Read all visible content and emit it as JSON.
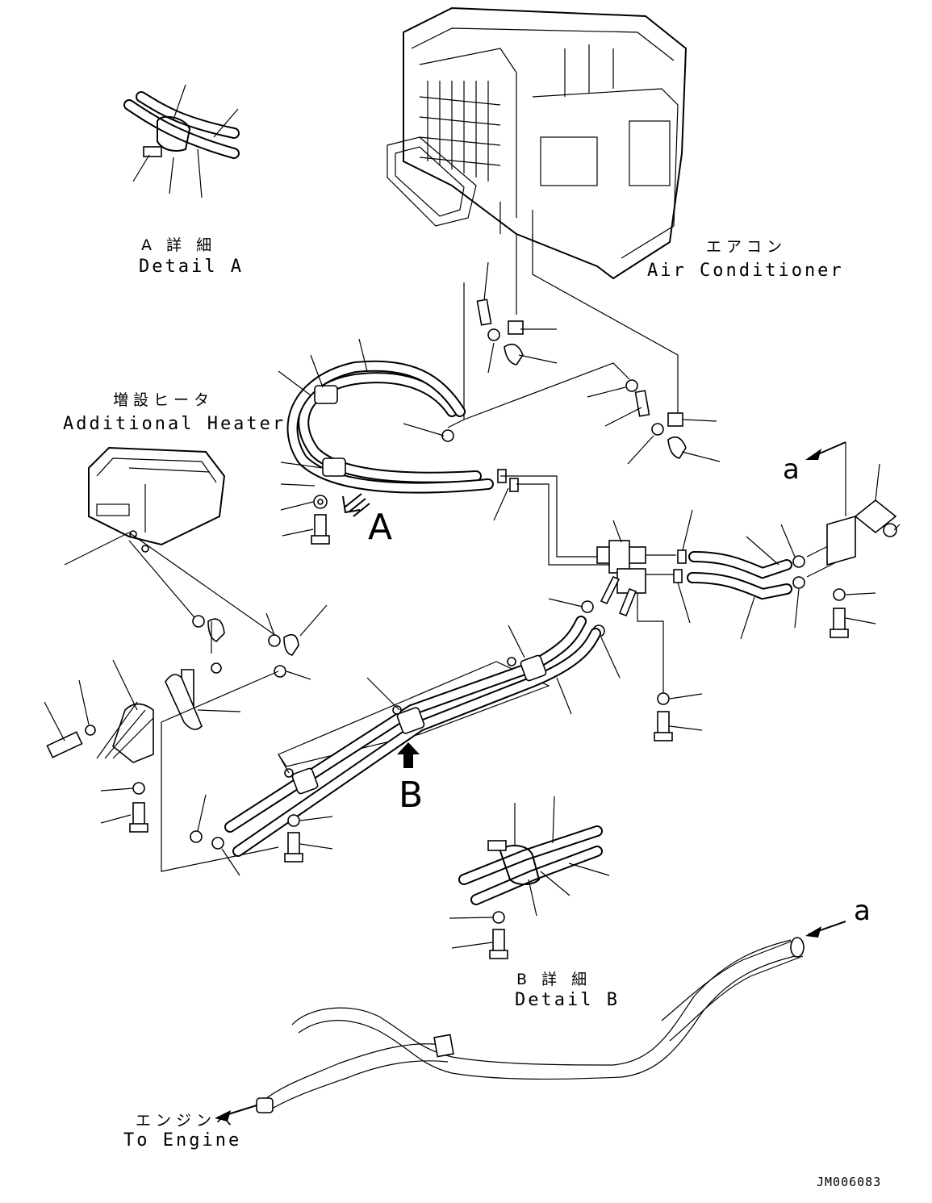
{
  "labels": {
    "detail_a_jp": "A 詳 細",
    "detail_a_en": "Detail A",
    "air_conditioner_jp": "エアコン",
    "air_conditioner_en": "Air Conditioner",
    "additional_heater_jp": "増設ヒータ",
    "additional_heater_en": "Additional Heater",
    "view_a": "A",
    "view_b": "B",
    "ref_a_top": "a",
    "ref_a_bottom": "a",
    "detail_b_jp": "B 詳 細",
    "detail_b_en": "Detail B",
    "to_engine_jp": "エンジンへ",
    "to_engine_en": "To Engine",
    "drawing_code": "JM006083"
  }
}
